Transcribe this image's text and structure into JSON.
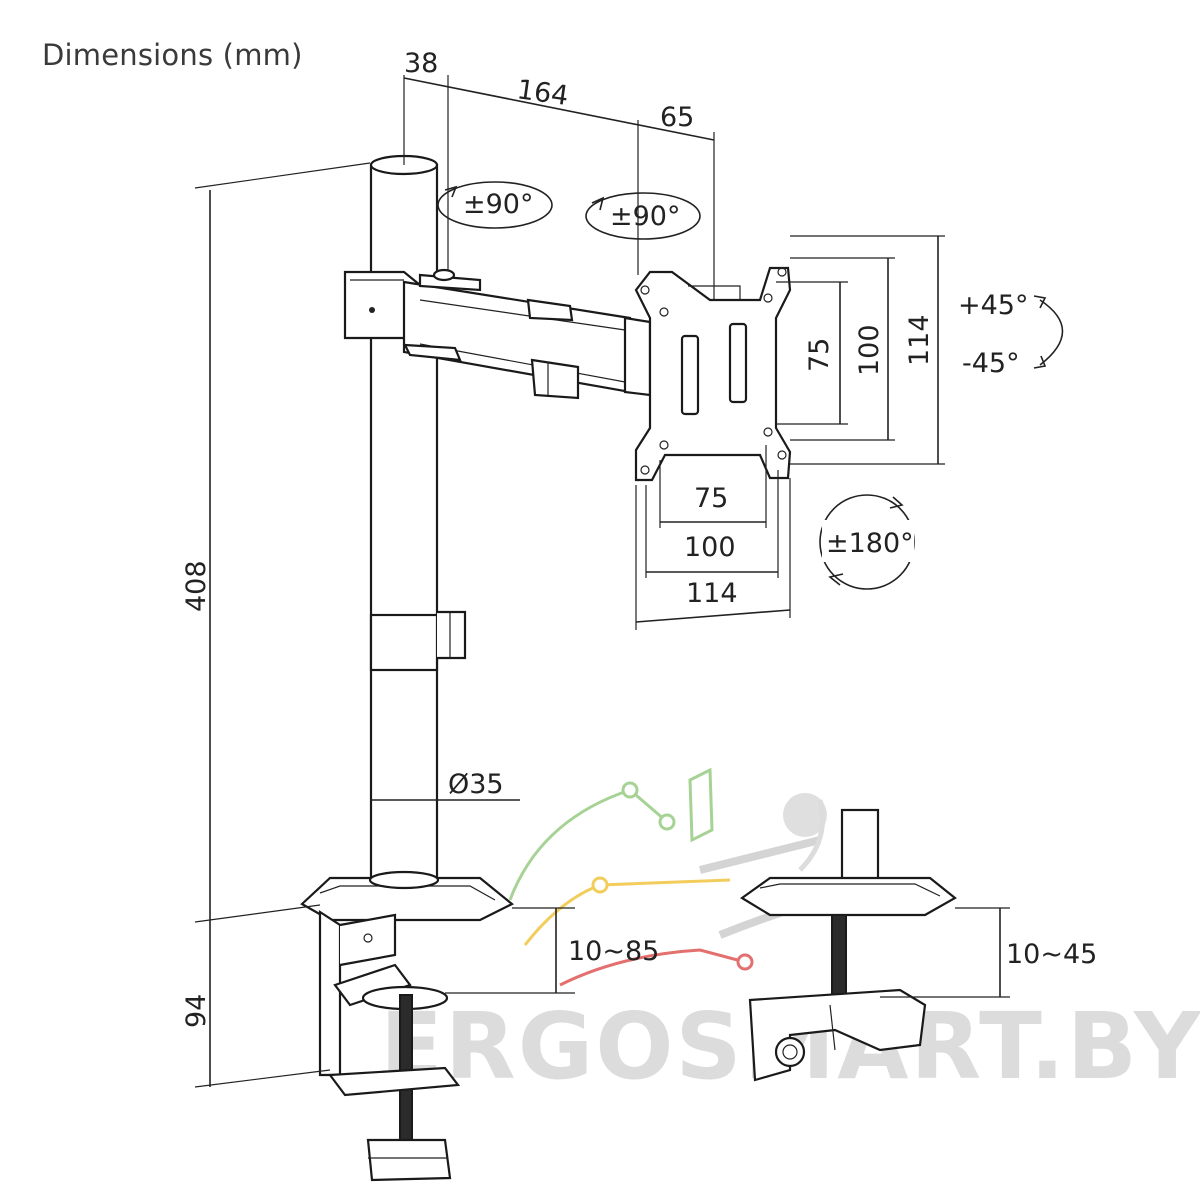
{
  "title": "Dimensions (mm)",
  "watermark": "ERGOSMART.BY",
  "dimensions": {
    "arm_offset": "38",
    "arm_length": "164",
    "head_depth": "65",
    "total_height": "408",
    "base_height": "94",
    "pole_diameter": "Ø35",
    "clamp_range_1": "10~85",
    "clamp_range_2": "10~45",
    "vesa_h_small": "75",
    "vesa_h_mid": "100",
    "vesa_h_large": "114",
    "vesa_v_small": "75",
    "vesa_v_mid": "100",
    "vesa_v_large": "114"
  },
  "rotations": {
    "arm_swivel": "±90°",
    "head_swivel": "±90°",
    "tilt_up": "+45°",
    "tilt_down": "-45°",
    "rotate": "±180°"
  },
  "colors": {
    "line": "#222222",
    "watermark_gray": "#d9d9d9",
    "accent_green": "#9dcf8a",
    "accent_yellow": "#f1c84b",
    "accent_red": "#e06060"
  }
}
